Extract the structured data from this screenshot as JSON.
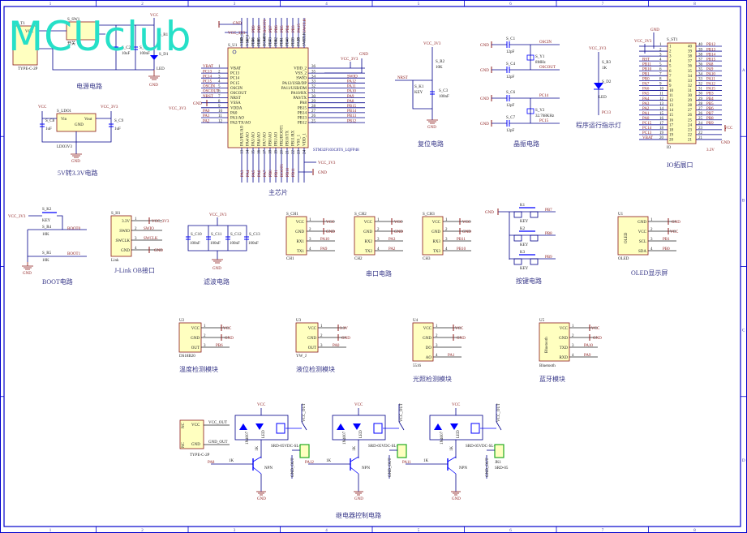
{
  "watermark": "MCUclub",
  "colors": {
    "wire": "#00008b",
    "body_fill": "#ffffc0",
    "body_stroke": "#8b1a1a",
    "power_label": "#8b1a1a",
    "net_label": "#1a1a8b",
    "frame": "#0000cc",
    "watermark": "#26e0c8",
    "connector_green": "#22aa22"
  },
  "frame": {
    "columns": [
      "1",
      "2",
      "3",
      "4",
      "5",
      "6",
      "7",
      "8"
    ],
    "rows": [
      "A",
      "B",
      "C",
      "D"
    ]
  },
  "blocks": {
    "power": {
      "title": "电源电路",
      "t1": {
        "ref": "S_T1",
        "pin": "VCC",
        "part": "TYPE-C-2P"
      },
      "sw1": {
        "ref": "S_SW1",
        "label": "开关",
        "pins": [
          "2",
          "3",
          "1"
        ]
      },
      "c2": {
        "ref": "S_C2",
        "value": "10uF"
      },
      "c": {
        "ref": "S_C",
        "value": "100nF"
      },
      "r1": {
        "ref": "S_R1"
      },
      "d1": {
        "ref": "S_D1",
        "label": "LED"
      },
      "vcc": "VCC",
      "gnd": "GND"
    },
    "ldo": {
      "title": "5V转3.3V电路",
      "ref": "S_LDO1",
      "part": "LDO3V3",
      "pins": {
        "vin": "Vin",
        "vout": "Vout",
        "gnd": "GND",
        "n1": "3",
        "n2": "2",
        "n3": "1"
      },
      "c8": {
        "ref": "S_C8",
        "value": "1uF"
      },
      "c9": {
        "ref": "S_C9",
        "value": "1uF"
      },
      "vcc": "VCC",
      "vcc3": "VCC_3V3",
      "gnd": "GND"
    },
    "mcu": {
      "title": "主芯片",
      "ref": "S_U1",
      "part": "STM32F103C8T6_LQFP48",
      "left_pins": [
        {
          "num": "1",
          "name": "VBAT",
          "net": "VBAT"
        },
        {
          "num": "2",
          "name": "PC13",
          "net": "PC13"
        },
        {
          "num": "3",
          "name": "PC14",
          "net": "PC14"
        },
        {
          "num": "4",
          "name": "PC15",
          "net": "PC15"
        },
        {
          "num": "5",
          "name": "OSCIN",
          "net": "OSCIN"
        },
        {
          "num": "6",
          "name": "OSCOUT",
          "net": "OSCOUT"
        },
        {
          "num": "7",
          "name": "NRST",
          "net": "NRST"
        },
        {
          "num": "8",
          "name": "VSSA",
          "net": "GND"
        },
        {
          "num": "9",
          "name": "VDDA",
          "net": "VCC_3V3"
        },
        {
          "num": "10",
          "name": "PA0",
          "net": "PA0"
        },
        {
          "num": "11",
          "name": "PA1/AO",
          "net": "PA1"
        },
        {
          "num": "12",
          "name": "PA2/TX/AO",
          "net": "PA2"
        }
      ],
      "right_pins": [
        {
          "num": "36",
          "name": "VDD_2",
          "net": "VCC_3V3"
        },
        {
          "num": "35",
          "name": "VSS_2",
          "net": "GND"
        },
        {
          "num": "34",
          "name": "SWIO",
          "net": "SWIO"
        },
        {
          "num": "33",
          "name": "PA12/USB/DP",
          "net": "PA12"
        },
        {
          "num": "32",
          "name": "PA11/USB/DM",
          "net": "PA11"
        },
        {
          "num": "31",
          "name": "PA10/RX",
          "net": "PA10"
        },
        {
          "num": "30",
          "name": "PA9/TX",
          "net": "PA9"
        },
        {
          "num": "29",
          "name": "PA8",
          "net": "PA8"
        },
        {
          "num": "28",
          "name": "PB15",
          "net": "PB15"
        },
        {
          "num": "27",
          "name": "PB14",
          "net": "PB14"
        },
        {
          "num": "26",
          "name": "PB13",
          "net": "PB13"
        },
        {
          "num": "25",
          "name": "PB12",
          "net": "PB12"
        }
      ],
      "top_pins": [
        {
          "num": "48",
          "name": "VDD_3"
        },
        {
          "num": "47",
          "name": "VSS_3"
        },
        {
          "num": "46",
          "name": "PB9",
          "net": "PB9"
        },
        {
          "num": "45",
          "name": "PB8",
          "net": "PB8"
        },
        {
          "num": "44",
          "name": "BOOT0",
          "net": "BOOT0"
        },
        {
          "num": "43",
          "name": "PB7",
          "net": "PB7"
        },
        {
          "num": "42",
          "name": "PB6",
          "net": "PB6"
        },
        {
          "num": "41",
          "name": "PB5",
          "net": "PB5"
        },
        {
          "num": "40",
          "name": "PB4",
          "net": "PB4"
        },
        {
          "num": "39",
          "name": "PB3",
          "net": "PB3"
        },
        {
          "num": "38",
          "name": "PA15",
          "net": "PA15"
        },
        {
          "num": "37",
          "name": "SWCLK",
          "net": "SWCLK"
        }
      ],
      "bottom_pins": [
        {
          "num": "13",
          "name": "PA3/RX/AO",
          "net": "PA3"
        },
        {
          "num": "14",
          "name": "PA4/AO",
          "net": "PA4"
        },
        {
          "num": "15",
          "name": "PA5/AO",
          "net": "PA5"
        },
        {
          "num": "16",
          "name": "PA6/AO",
          "net": "PA6"
        },
        {
          "num": "17",
          "name": "PA7/AO",
          "net": "PA7"
        },
        {
          "num": "18",
          "name": "PB0/AO",
          "net": "PB0"
        },
        {
          "num": "19",
          "name": "PB1/AO",
          "net": "PB1"
        },
        {
          "num": "20",
          "name": "PB2/BOOT1",
          "net": "BOOT1"
        },
        {
          "num": "21",
          "name": "PB10/TX",
          "net": "PB10"
        },
        {
          "num": "22",
          "name": "PB11/RX",
          "net": "PB11"
        },
        {
          "num": "23",
          "name": "VSS_1"
        },
        {
          "num": "24",
          "name": "VDD_1"
        }
      ],
      "gnd": "GND",
      "vcc3": "VCC_3V3"
    },
    "reset": {
      "title": "复位电路",
      "vcc3": "VCC_3V3",
      "r2": {
        "ref": "S_R2",
        "value": "10K"
      },
      "c3": {
        "ref": "S_C3",
        "value": "100nF"
      },
      "k1": {
        "ref": "S_K1",
        "part": "KEY"
      },
      "net": "NRST",
      "gnd": "GND"
    },
    "crystal": {
      "title": "晶振电路",
      "caps": [
        {
          "ref": "S_C1",
          "value": "12pF",
          "net": "OSCIN"
        },
        {
          "ref": "S_C4",
          "value": "12pF",
          "net": "OSCOUT"
        },
        {
          "ref": "S_C6",
          "value": "12pF",
          "net": "PC14"
        },
        {
          "ref": "S_C7",
          "value": "12pF",
          "net": "PC15"
        }
      ],
      "y1": {
        "ref": "S_Y1",
        "value": "8MHz"
      },
      "y2": {
        "ref": "S_Y2",
        "value": "32.768KHz"
      },
      "gnd": "GND"
    },
    "run_led": {
      "title": "程序运行指示灯",
      "vcc3": "VCC_3V3",
      "r3": {
        "ref": "S_R3",
        "value": "1K"
      },
      "d2": {
        "ref": "S_D2",
        "label": "LED"
      },
      "net": "PC13"
    },
    "io_header": {
      "title": "IO拓展口",
      "ref": "S_ST1",
      "part": "IO",
      "left_nets": [
        "VCC_3V3",
        "",
        "",
        "RST",
        "PB11",
        "PB10",
        "PB1",
        "PB0",
        "PA7",
        "PA6",
        "PA5",
        "PA4",
        "PA3",
        "PA2",
        "PA1",
        "PA0",
        "PC15",
        "PC14",
        "PC13",
        "VBAT"
      ],
      "right_nets": [
        "PB12",
        "PB13",
        "PB14",
        "PB15",
        "PA8",
        "PA9",
        "PA10",
        "PA11",
        "PA12",
        "PA15",
        "PB3",
        "PB4",
        "PB5",
        "PB6",
        "PB7",
        "PB8",
        "PB9",
        "VCC",
        "GND",
        "3.3V"
      ],
      "gnd": "GND",
      "vcc": "VCC",
      "v33": "3.3V"
    },
    "boot": {
      "title": "BOOT电路",
      "vcc3": "VCC_3V3",
      "k2": {
        "ref": "S_K2",
        "part": "KEY"
      },
      "r4": {
        "ref": "S_R4",
        "value": "10K",
        "net": "BOOT0"
      },
      "r5": {
        "ref": "S_R5",
        "value": "10K",
        "net": "BOOT1"
      },
      "gnd": "GND"
    },
    "jlink": {
      "title": "J-Link OB接口",
      "ref": "S_H1",
      "part": "Link",
      "pins": [
        {
          "num": "1",
          "name": "3.3V",
          "net": "VCC_3V3"
        },
        {
          "num": "2",
          "name": "SWIO",
          "net": "SWIO"
        },
        {
          "num": "3",
          "name": "SWCLK",
          "net": "SWCLK"
        },
        {
          "num": "4",
          "name": "GND",
          "net": "GND"
        }
      ]
    },
    "filter": {
      "title": "滤波电路",
      "vcc3": "VCC_3V3",
      "caps": [
        {
          "ref": "S_C10",
          "value": "100nF"
        },
        {
          "ref": "S_C11",
          "value": "100nF"
        },
        {
          "ref": "S_C12",
          "value": "100nF"
        },
        {
          "ref": "S_C13",
          "value": "100nF"
        }
      ],
      "gnd": "GND"
    },
    "uart": {
      "title": "串口电路",
      "ports": [
        {
          "ref": "S_CH1",
          "part": "CH1",
          "pins": [
            "VCC",
            "GND",
            "RX1",
            "TX1"
          ],
          "nets": [
            "VCC",
            "GND",
            "PA10",
            "PA9"
          ]
        },
        {
          "ref": "S_CH2",
          "part": "CH2",
          "pins": [
            "VCC",
            "GND",
            "RX2",
            "TX2"
          ],
          "nets": [
            "VCC",
            "GND",
            "PA3",
            "PA2"
          ]
        },
        {
          "ref": "S_CH3",
          "part": "CH3",
          "pins": [
            "VCC",
            "GND",
            "RX3",
            "TX3"
          ],
          "nets": [
            "VCC",
            "GND",
            "PB11",
            "PB10"
          ]
        }
      ]
    },
    "keys": {
      "title": "按键电路",
      "gnd": "GND",
      "items": [
        {
          "ref": "K1",
          "part": "KEY",
          "net": "PB7"
        },
        {
          "ref": "K2",
          "part": "KEY",
          "net": "PB8"
        },
        {
          "ref": "K3",
          "part": "KEY",
          "net": "PB9"
        }
      ]
    },
    "oled": {
      "title": "OLED显示屏",
      "ref": "U1",
      "part": "OLED",
      "body_label": "OLED",
      "pins": [
        "GND",
        "VCC",
        "SCL",
        "SDA"
      ],
      "nets": [
        "GND",
        "VCC",
        "PB1",
        "PB0"
      ]
    },
    "temp": {
      "title": "温度检测模块",
      "ref": "U2",
      "part": "DS18B20",
      "pins": [
        "VCC",
        "GND",
        "OUT"
      ],
      "nets": [
        "VCC",
        "GND",
        "PB6"
      ]
    },
    "level": {
      "title": "液位检测模块",
      "ref": "U3",
      "part": "YW_J",
      "pins": [
        "VCC",
        "GND",
        "OUT"
      ],
      "nets": [
        "3.3V",
        "GND",
        "PA0"
      ]
    },
    "light": {
      "title": "光照检测模块",
      "ref": "U4",
      "part": "5516",
      "pins": [
        "VCC",
        "GND",
        "DO",
        "AO"
      ],
      "nets": [
        "VCC",
        "GND",
        "",
        "PA1"
      ]
    },
    "bluetooth": {
      "title": "蓝牙模块",
      "ref": "U5",
      "part": "Bluetooth",
      "body_label": "Bluetooth",
      "pins": [
        "VCC",
        "GND",
        "TXD",
        "RXD"
      ],
      "nets": [
        "VCC",
        "GND",
        "PA10",
        "PA9"
      ]
    },
    "relay": {
      "title": "继电器控制电路",
      "typec": {
        "part": "TYPE-C-2P",
        "pins": [
          "VCC",
          "GND"
        ],
        "side": [
          "NC",
          "NC"
        ],
        "nets": [
          "VCC_OUT",
          "GND_OUT"
        ]
      },
      "channels": [
        {
          "net": "PA8",
          "r": "1K",
          "q": "NPN",
          "relay": "SRD-05VDC-SL-C",
          "diode": "1N4007",
          "led": "LED",
          "rled": "1K",
          "vcc": "VCC",
          "gnd": "GND",
          "out_vcc": "VCC_OUT",
          "out_gnd": "GND_OUT"
        },
        {
          "net": "PA12",
          "r": "1K",
          "q": "NPN",
          "relay": "SRD-05VDC-SL-C",
          "diode": "1N4007",
          "led": "LED",
          "rled": "1K",
          "vcc": "VCC",
          "gnd": "GND",
          "out_vcc": "VCC_OUT",
          "out_gnd": "GND_OUT"
        },
        {
          "net": "PA11",
          "r": "1K",
          "q": "NPN",
          "relay": "SRD-05VDC-SL-C",
          "diode": "1N4007",
          "led": "LED",
          "rled": "1K",
          "vcc": "VCC",
          "gnd": "GND",
          "out_vcc": "VCC_OUT",
          "out_gnd": "GND_OUT",
          "jack": "JK1",
          "jack_part": "SRD-05"
        }
      ]
    }
  }
}
